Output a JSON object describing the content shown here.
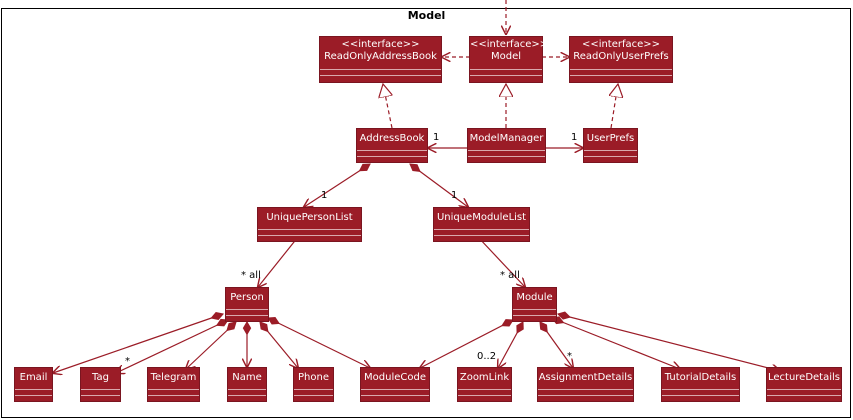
{
  "package": {
    "title": "Model"
  },
  "classes": {
    "read_only_address_book": {
      "stereotype": "<<interface>>",
      "name": "ReadOnlyAddressBook"
    },
    "model": {
      "stereotype": "<<interface>>",
      "name": "Model"
    },
    "read_only_user_prefs": {
      "stereotype": "<<interface>>",
      "name": "ReadOnlyUserPrefs"
    },
    "address_book": {
      "name": "AddressBook"
    },
    "model_manager": {
      "name": "ModelManager"
    },
    "user_prefs": {
      "name": "UserPrefs"
    },
    "unique_person_list": {
      "name": "UniquePersonList"
    },
    "unique_module_list": {
      "name": "UniqueModuleList"
    },
    "person": {
      "name": "Person"
    },
    "module": {
      "name": "Module"
    },
    "email": {
      "name": "Email"
    },
    "tag": {
      "name": "Tag"
    },
    "telegram": {
      "name": "Telegram"
    },
    "name": {
      "name": "Name"
    },
    "phone": {
      "name": "Phone"
    },
    "module_code": {
      "name": "ModuleCode"
    },
    "zoom_link": {
      "name": "ZoomLink"
    },
    "assignment_details": {
      "name": "AssignmentDetails"
    },
    "tutorial_details": {
      "name": "TutorialDetails"
    },
    "lecture_details": {
      "name": "LectureDetails"
    }
  },
  "multiplicities": {
    "address_book_from_manager": "1",
    "user_prefs_from_manager": "1",
    "unique_person_list": "1",
    "unique_module_list": "1",
    "person_all": "* all",
    "module_all": "* all",
    "tag": "*",
    "zoom_link": "0..2",
    "assignment_details": "*"
  },
  "colors": {
    "class_fill": "#9b1c27",
    "edge": "#9b1c27",
    "text": "#ffffff"
  }
}
